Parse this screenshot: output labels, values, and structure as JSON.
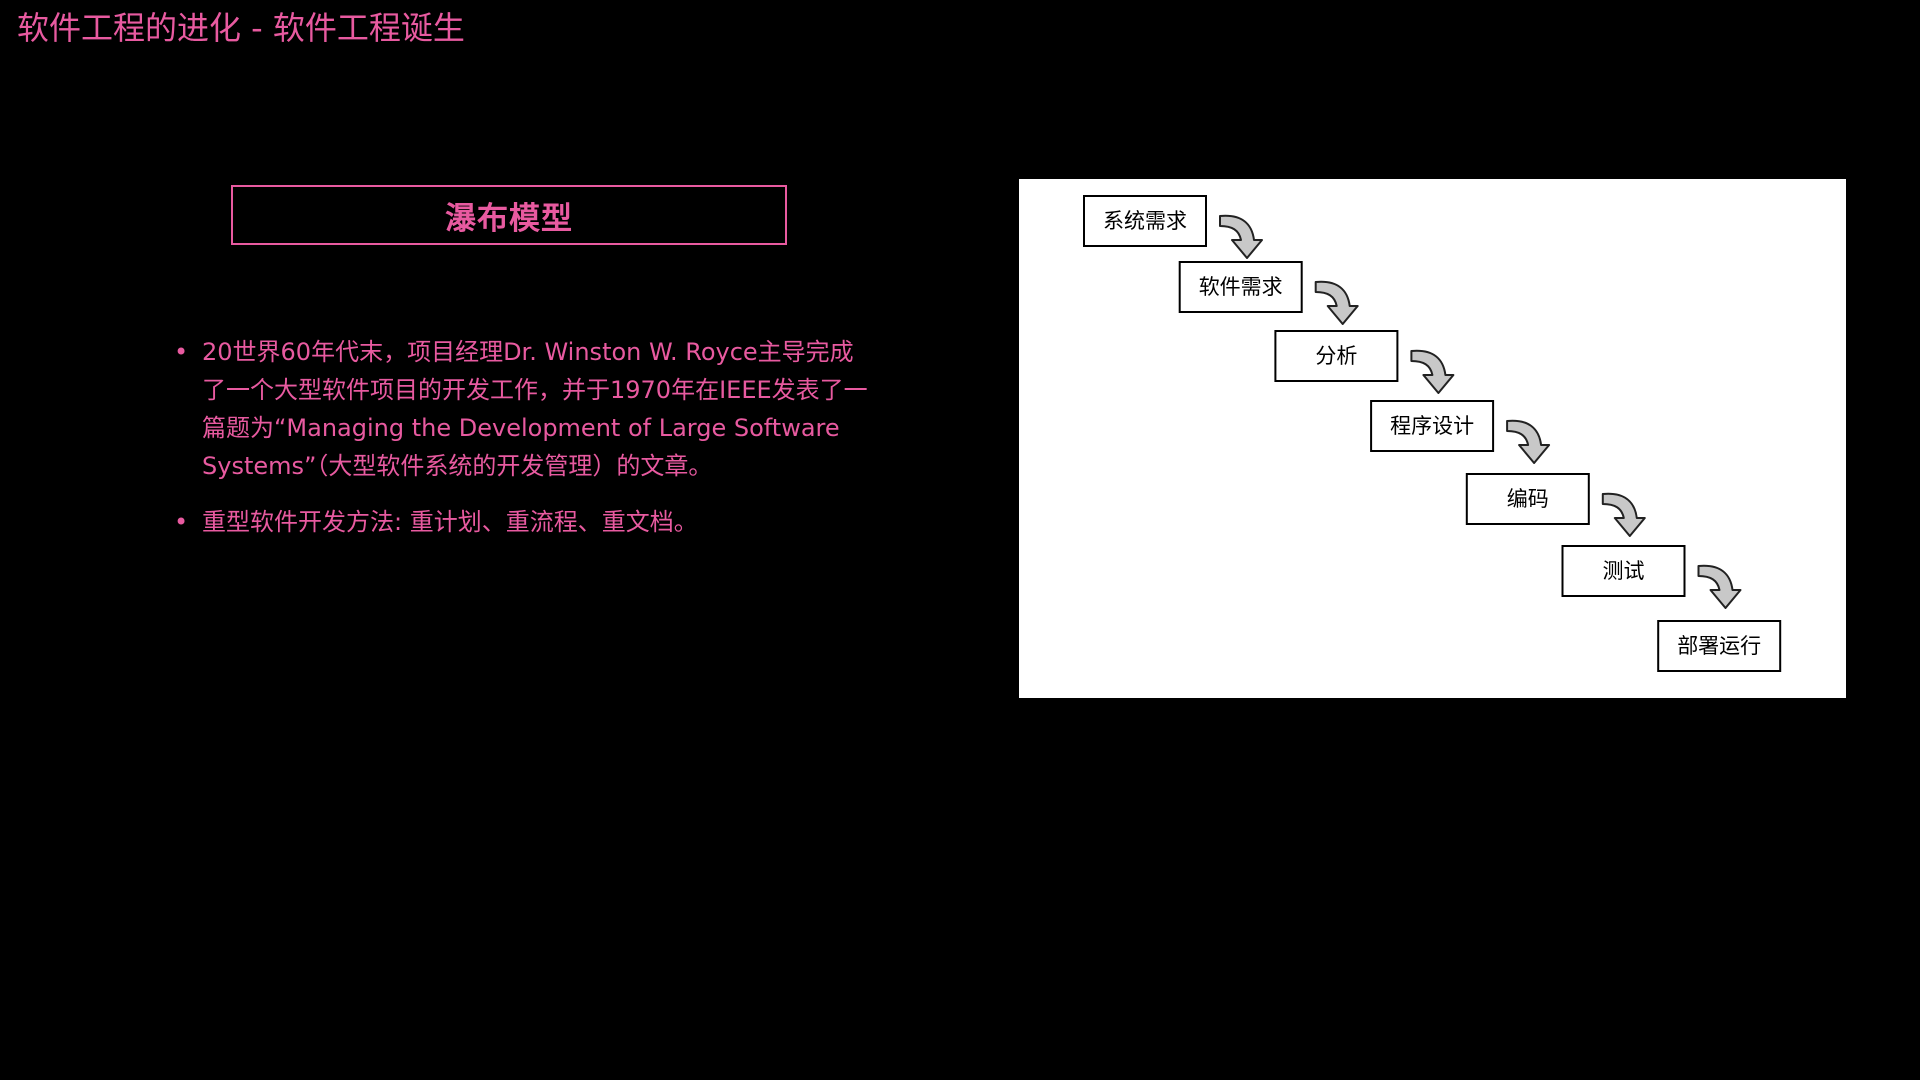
{
  "slide": {
    "title": "软件工程的进化 - 软件工程诞生",
    "section_heading": "瀑布模型",
    "bullets": [
      "20世界60年代末，项目经理Dr. Winston W. Royce主导完成了一个大型软件项目的开发工作，并于1970年在IEEE发表了一篇题为“Managing the Development of Large Software Systems”（大型软件系统的开发管理）的文章。",
      "重型软件开发方法: 重计划、重流程、重文档。"
    ]
  },
  "diagram": {
    "steps": [
      "系统需求",
      "软件需求",
      "分析",
      "程序设计",
      "编码",
      "测试",
      "部署运行"
    ],
    "colors": {
      "background": "#ffffff",
      "box_border": "#000000",
      "arrow_fill": "#c8c8c8",
      "arrow_stroke": "#222222"
    }
  },
  "theme": {
    "accent": "#e85aa0",
    "background": "#000000"
  }
}
